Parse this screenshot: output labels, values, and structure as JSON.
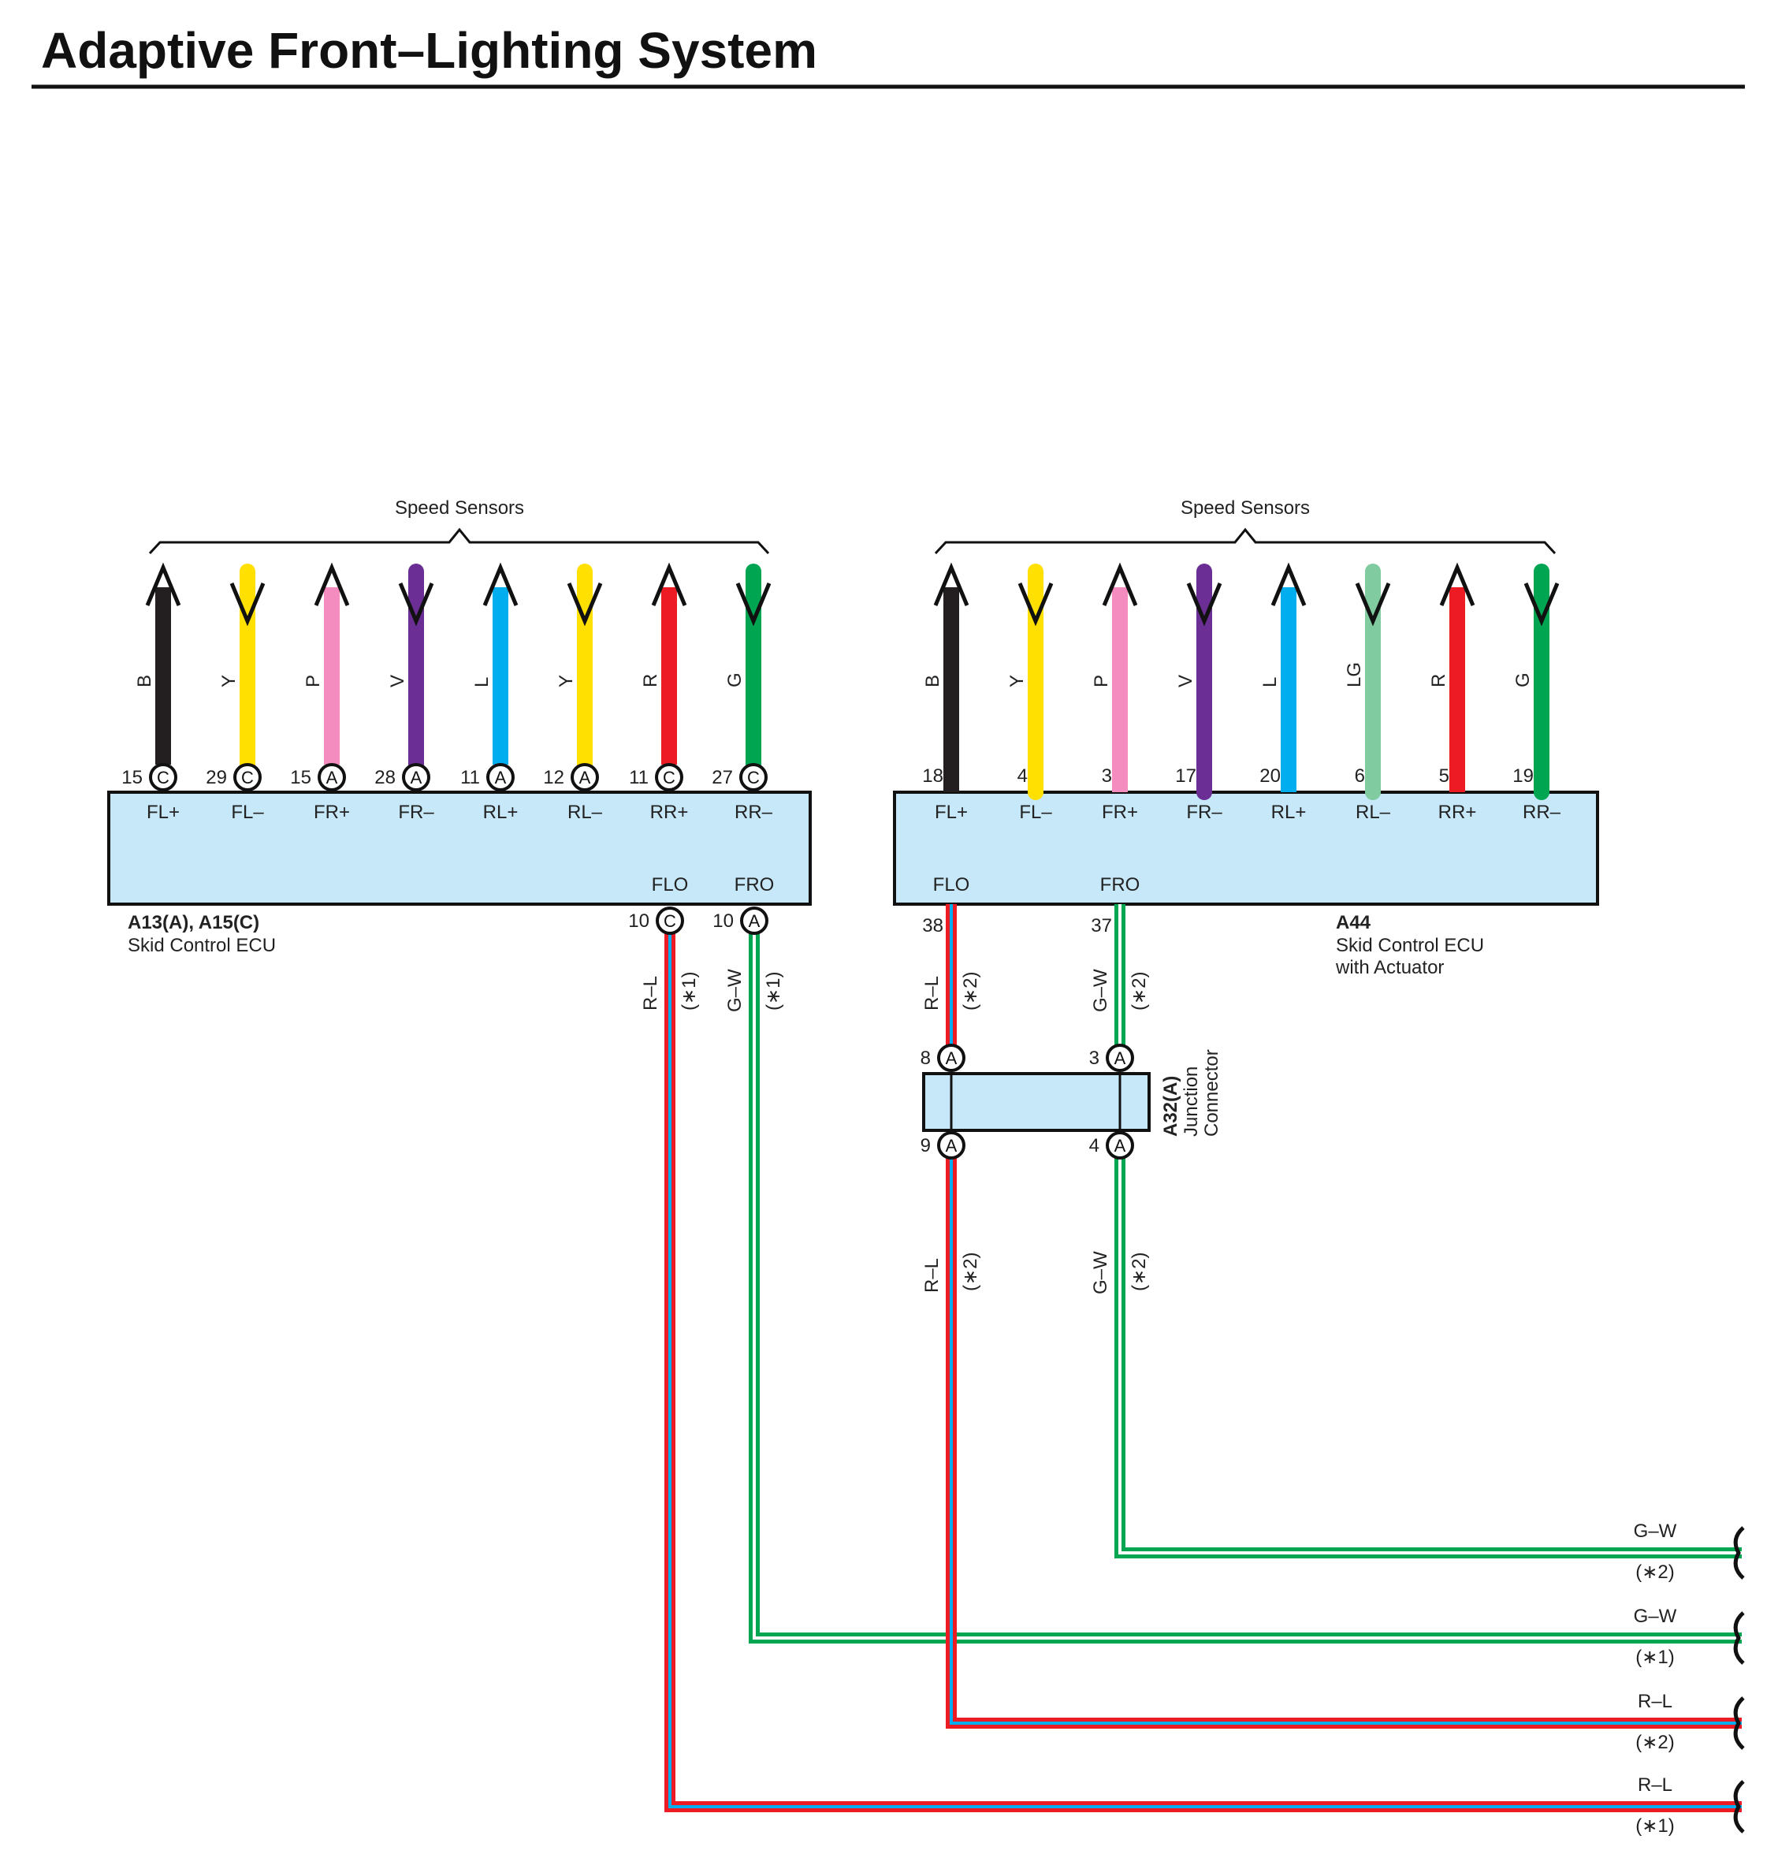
{
  "title": "Adaptive Front–Lighting System",
  "colors": {
    "B": "#231f20",
    "Y": "#ffe000",
    "P": "#f48cbf",
    "V": "#6a2e94",
    "L": "#00aeef",
    "R": "#ed1c24",
    "G": "#00a551",
    "LG": "#80cba0",
    "W": "#ffffff",
    "ecu_fill": "#c6e8f8",
    "line": "#111111"
  },
  "left_system": {
    "group_label": "Speed Sensors",
    "ecu_code": "A13(A), A15(C)",
    "ecu_name": "Skid Control ECU",
    "sensors": [
      {
        "wire": "B",
        "color": "B",
        "dir": "up",
        "pin": "15",
        "conn": "C",
        "term": "FL+"
      },
      {
        "wire": "Y",
        "color": "Y",
        "dir": "down",
        "pin": "29",
        "conn": "C",
        "term": "FL–"
      },
      {
        "wire": "P",
        "color": "P",
        "dir": "up",
        "pin": "15",
        "conn": "A",
        "term": "FR+"
      },
      {
        "wire": "V",
        "color": "V",
        "dir": "down",
        "pin": "28",
        "conn": "A",
        "term": "FR–"
      },
      {
        "wire": "L",
        "color": "L",
        "dir": "up",
        "pin": "11",
        "conn": "A",
        "term": "RL+"
      },
      {
        "wire": "Y",
        "color": "Y",
        "dir": "down",
        "pin": "12",
        "conn": "A",
        "term": "RL–"
      },
      {
        "wire": "R",
        "color": "R",
        "dir": "up",
        "pin": "11",
        "conn": "C",
        "term": "RR+"
      },
      {
        "wire": "G",
        "color": "G",
        "dir": "down",
        "pin": "27",
        "conn": "C",
        "term": "RR–"
      }
    ],
    "outputs": [
      {
        "term": "FLO",
        "pin": "10",
        "conn": "C",
        "wire": "R–L",
        "note": "(∗1)"
      },
      {
        "term": "FRO",
        "pin": "10",
        "conn": "A",
        "wire": "G–W",
        "note": "(∗1)"
      }
    ]
  },
  "right_system": {
    "group_label": "Speed Sensors",
    "ecu_code": "A44",
    "ecu_name_line1": "Skid Control ECU",
    "ecu_name_line2": "with Actuator",
    "sensors": [
      {
        "wire": "B",
        "color": "B",
        "dir": "up",
        "pin": "18",
        "term": "FL+"
      },
      {
        "wire": "Y",
        "color": "Y",
        "dir": "down",
        "pin": "4",
        "term": "FL–"
      },
      {
        "wire": "P",
        "color": "P",
        "dir": "up",
        "pin": "3",
        "term": "FR+"
      },
      {
        "wire": "V",
        "color": "V",
        "dir": "down",
        "pin": "17",
        "term": "FR–"
      },
      {
        "wire": "L",
        "color": "L",
        "dir": "up",
        "pin": "20",
        "term": "RL+"
      },
      {
        "wire": "LG",
        "color": "LG",
        "dir": "down",
        "pin": "6",
        "term": "RL–"
      },
      {
        "wire": "R",
        "color": "R",
        "dir": "up",
        "pin": "5",
        "term": "RR+"
      },
      {
        "wire": "G",
        "color": "G",
        "dir": "down",
        "pin": "19",
        "term": "RR–"
      }
    ],
    "outputs": [
      {
        "term": "FLO",
        "pin": "38",
        "wire": "R–L",
        "note": "(∗2)"
      },
      {
        "term": "FRO",
        "pin": "37",
        "wire": "G–W",
        "note": "(∗2)"
      }
    ]
  },
  "junction": {
    "code": "A32(A)",
    "name_line1": "Junction",
    "name_line2": "Connector",
    "pins": [
      {
        "pin": "8",
        "conn": "A"
      },
      {
        "pin": "3",
        "conn": "A"
      },
      {
        "pin": "9",
        "conn": "A"
      },
      {
        "pin": "4",
        "conn": "A"
      }
    ],
    "out_wires": [
      {
        "wire": "R–L",
        "note": "(∗2)"
      },
      {
        "wire": "G–W",
        "note": "(∗2)"
      }
    ]
  },
  "right_exits": [
    {
      "wire": "G–W",
      "note": "(∗2)"
    },
    {
      "wire": "G–W",
      "note": "(∗1)"
    },
    {
      "wire": "R–L",
      "note": "(∗2)"
    },
    {
      "wire": "R–L",
      "note": "(∗1)"
    }
  ]
}
